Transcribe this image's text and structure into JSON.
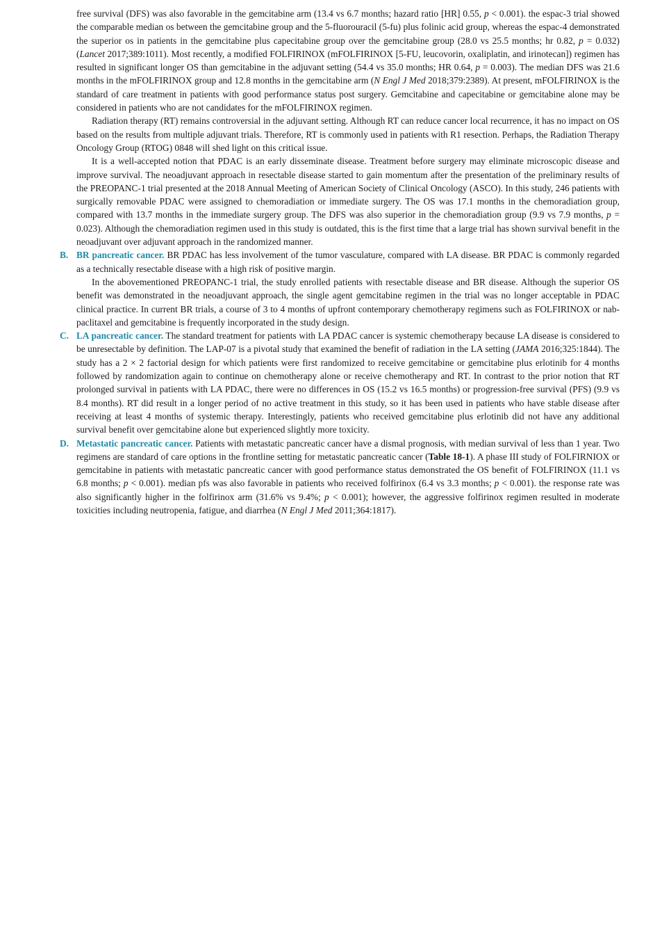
{
  "paragraphs": {
    "p1": {
      "t1": "free survival (DFS) was also favorable in the gemcitabine arm (13.4 vs 6.7 months; hazard ratio [HR] 0.55, ",
      "p_a": "p",
      "t2": " < 0.001). the espac-3 trial showed the comparable median os between the gemcitabine group and the 5-fluorouracil (5-fu) plus folinic acid group, whereas the espac-4 demonstrated the superior os in patients in the gemcitabine plus capecitabine group over the gemcitabine group (28.0 vs 25.5 months; hr 0.82, ",
      "p_b": "p",
      "t3": " = 0.032) (",
      "cite1": "Lancet",
      "t4": " 2017;389:1011). Most recently, a modified FOLFIRINOX (mFOLFIRINOX [5-FU, leucovorin, oxaliplatin, and irinotecan]) regimen has resulted in significant longer OS than gemcitabine in the adjuvant setting (54.4 vs 35.0 months; HR 0.64, ",
      "p_c": "p",
      "t5": " = 0.003). The median DFS was 21.6 months in the mFOLFIRINOX group and 12.8 months in the gemcitabine arm (",
      "cite2": "N Engl J Med",
      "t6": " 2018;379:2389). At present, mFOLFIRINOX is the standard of care treatment in patients with good performance status post surgery. Gemcitabine and capecitabine or gemcitabine alone may be considered in patients who are not candidates for the mFOLFIRINOX regimen."
    },
    "p2": "Radiation therapy (RT) remains controversial in the adjuvant setting. Although RT can reduce cancer local recurrence, it has no impact on OS based on the results from multiple adjuvant trials. Therefore, RT is commonly used in patients with R1 resection. Perhaps, the Radiation Therapy Oncology Group (RTOG) 0848 will shed light on this critical issue.",
    "p3": {
      "t1": "It is a well-accepted notion that PDAC is an early disseminate disease. Treatment before surgery may eliminate microscopic disease and improve survival. The neoadjuvant approach in resectable disease started to gain momentum after the presentation of the preliminary results of the PREOPANC-1 trial presented at the 2018 Annual Meeting of American Society of Clinical Oncology (ASCO). In this study, 246 patients with surgically removable PDAC were assigned to chemoradiation or immediate surgery. The OS was 17.1 months in the chemoradiation group, compared with 13.7 months in the immediate surgery group. The DFS was also superior in the chemoradiation group (9.9 vs 7.9 months, ",
      "p_a": "p",
      "t2": " = 0.023). Although the chemoradiation regimen used in this study is outdated, this is the first time that a large trial has shown survival benefit in the neoadjuvant over adjuvant approach in the randomized manner."
    }
  },
  "sections": {
    "b": {
      "letter": "B.",
      "heading": "BR pancreatic cancer.",
      "text": " BR PDAC has less involvement of the tumor vasculature, compared with LA disease. BR PDAC is commonly regarded as a technically resectable disease with a high risk of positive margin.",
      "para2": "In the abovementioned PREOPANC-1 trial, the study enrolled patients with resectable disease and BR disease. Although the superior OS benefit was demonstrated in the neoadjuvant approach, the single agent gemcitabine regimen in the trial was no longer acceptable in PDAC clinical practice. In current BR trials, a course of 3 to 4 months of upfront contemporary chemotherapy regimens such as FOLFIRINOX or nab-paclitaxel and gemcitabine is frequently incorporated in the study design."
    },
    "c": {
      "letter": "C.",
      "heading": "LA pancreatic cancer.",
      "t1": " The standard treatment for patients with LA PDAC cancer is systemic chemotherapy because LA disease is considered to be unresectable by definition. The LAP-07 is a pivotal study that examined the benefit of radiation in the LA setting (",
      "cite": "JAMA",
      "t2": " 2016;325:1844). The study has a 2 × 2 factorial design for which patients were first randomized to receive gemcitabine or gemcitabine plus erlotinib for 4 months followed by randomization again to continue on chemotherapy alone or receive chemotherapy and RT. In contrast to the prior notion that RT prolonged survival in patients with LA PDAC, there were no differences in OS (15.2 vs 16.5 months) or progression-free survival (PFS) (9.9 vs 8.4 months). RT did result in a longer period of no active treatment in this study, so it has been used in patients who have stable disease after receiving at least 4 months of systemic therapy. Interestingly, patients who received gemcitabine plus erlotinib did not have any additional survival benefit over gemcitabine alone but experienced slightly more toxicity."
    },
    "d": {
      "letter": "D.",
      "heading": "Metastatic pancreatic cancer.",
      "t1": " Patients with metastatic pancreatic cancer have a dismal prognosis, with median survival of less than 1 year. Two regimens are standard of care options in the frontline setting for metastatic pancreatic cancer (",
      "table_ref": "Table 18-1",
      "t2": "). A phase III study of FOLFIRNIOX or gemcitabine in patients with metastatic pancreatic cancer with good performance status demonstrated the OS benefit of FOLFIRINOX (11.1 vs 6.8 months; ",
      "p_a": "p",
      "t3": " < 0.001). median pfs was also favorable in patients who received folfirinox (6.4 vs 3.3 months; ",
      "p_b": "p",
      "t4": " < 0.001). the response rate was also significantly higher in the folfirinox arm (31.6% vs 9.4%; ",
      "p_c": "p",
      "t5": " < 0.001); however, the aggressive folfirinox regimen resulted in moderate toxicities including neutropenia, fatigue, and diarrhea (",
      "cite": "N Engl J Med",
      "t6": " 2011;364:1817)."
    }
  }
}
